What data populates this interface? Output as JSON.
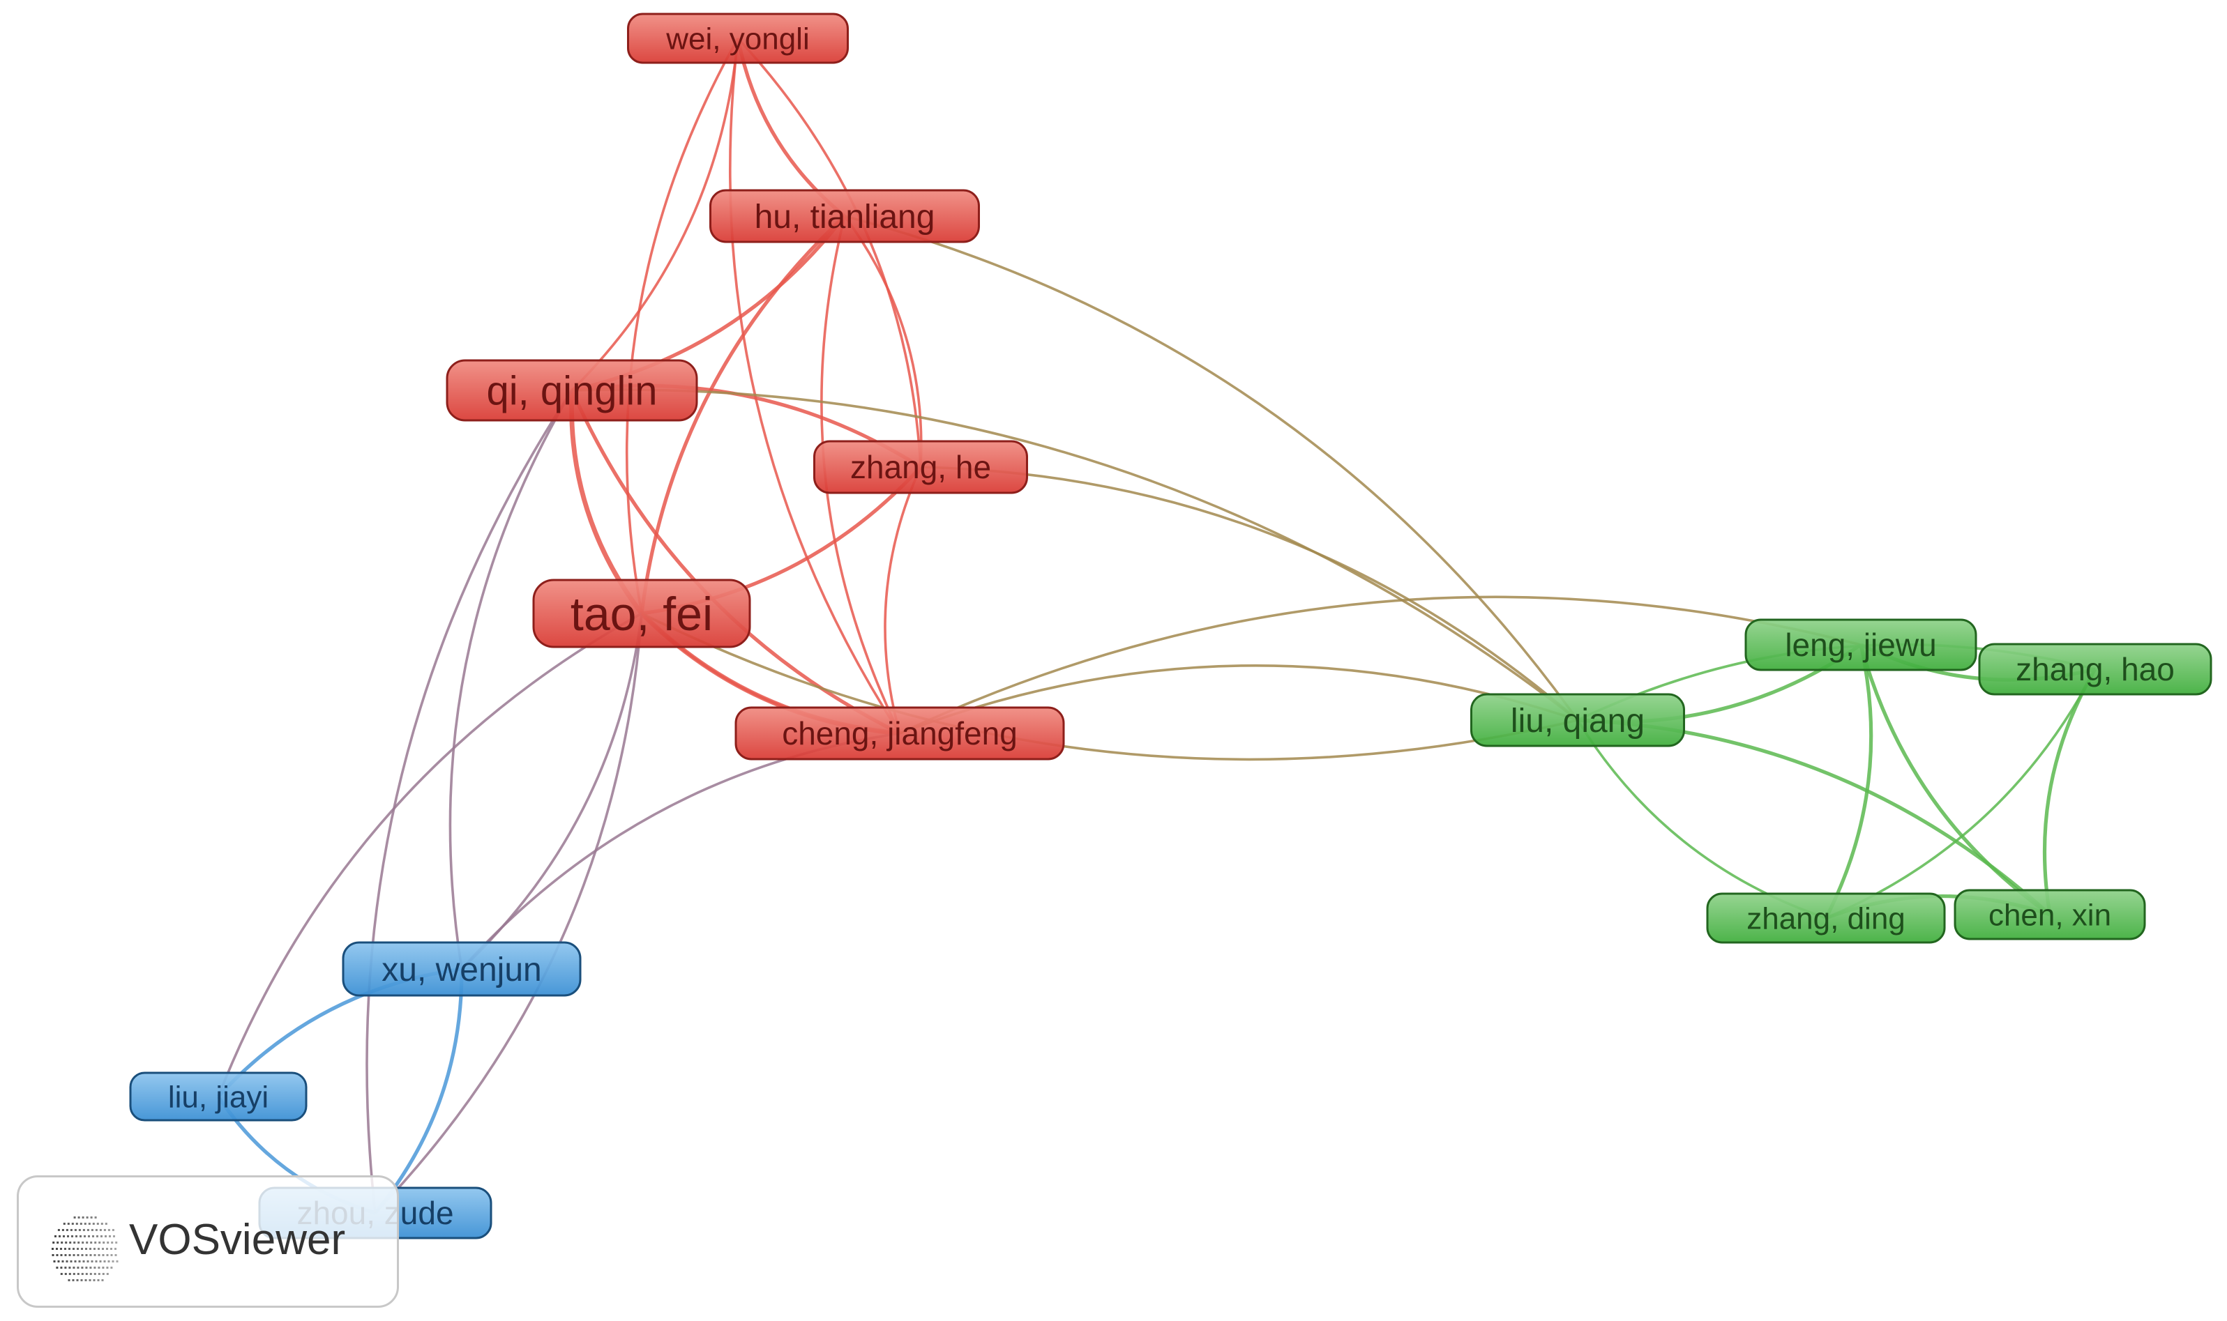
{
  "clusters": {
    "red": {
      "fill_top": "#f08a80",
      "fill_bottom": "#d93a33",
      "stroke": "#8e1f1b",
      "text": "#6b1412",
      "edge": "#e8574c"
    },
    "green": {
      "fill_top": "#8fd28a",
      "fill_bottom": "#3fae3c",
      "stroke": "#22661f",
      "text": "#1e4f1c",
      "edge": "#5bb84f"
    },
    "blue": {
      "fill_top": "#8cc4ee",
      "fill_bottom": "#3a8fd4",
      "stroke": "#1a4f7c",
      "text": "#163f66",
      "edge": "#4a98d8"
    }
  },
  "nodes": [
    {
      "id": "wei_yongli",
      "label": "wei, yongli",
      "cluster": "red"
    },
    {
      "id": "hu_tianliang",
      "label": "hu, tianliang",
      "cluster": "red"
    },
    {
      "id": "qi_qinglin",
      "label": "qi, qinglin",
      "cluster": "red"
    },
    {
      "id": "zhang_he",
      "label": "zhang, he",
      "cluster": "red"
    },
    {
      "id": "tao_fei",
      "label": "tao, fei",
      "cluster": "red"
    },
    {
      "id": "cheng_jiangfeng",
      "label": "cheng, jiangfeng",
      "cluster": "red"
    },
    {
      "id": "liu_qiang",
      "label": "liu, qiang",
      "cluster": "green"
    },
    {
      "id": "leng_jiewu",
      "label": "leng, jiewu",
      "cluster": "green"
    },
    {
      "id": "zhang_hao",
      "label": "zhang, hao",
      "cluster": "green"
    },
    {
      "id": "zhang_ding",
      "label": "zhang, ding",
      "cluster": "green"
    },
    {
      "id": "chen_xin",
      "label": "chen, xin",
      "cluster": "green"
    },
    {
      "id": "xu_wenjun",
      "label": "xu, wenjun",
      "cluster": "blue"
    },
    {
      "id": "liu_jiayi",
      "label": "liu, jiayi",
      "cluster": "blue"
    },
    {
      "id": "zhou_zude",
      "label": "zhou, zude",
      "cluster": "blue"
    }
  ],
  "edges": [
    [
      "wei_yongli",
      "hu_tianliang",
      2
    ],
    [
      "wei_yongli",
      "qi_qinglin",
      1
    ],
    [
      "wei_yongli",
      "tao_fei",
      1
    ],
    [
      "wei_yongli",
      "zhang_he",
      1
    ],
    [
      "wei_yongli",
      "cheng_jiangfeng",
      1
    ],
    [
      "hu_tianliang",
      "qi_qinglin",
      2
    ],
    [
      "hu_tianliang",
      "tao_fei",
      2
    ],
    [
      "hu_tianliang",
      "zhang_he",
      1
    ],
    [
      "hu_tianliang",
      "cheng_jiangfeng",
      1
    ],
    [
      "hu_tianliang",
      "liu_qiang",
      1
    ],
    [
      "qi_qinglin",
      "tao_fei",
      3
    ],
    [
      "qi_qinglin",
      "zhang_he",
      2
    ],
    [
      "qi_qinglin",
      "cheng_jiangfeng",
      2
    ],
    [
      "qi_qinglin",
      "liu_qiang",
      1
    ],
    [
      "qi_qinglin",
      "xu_wenjun",
      1
    ],
    [
      "zhang_he",
      "tao_fei",
      2
    ],
    [
      "zhang_he",
      "cheng_jiangfeng",
      1
    ],
    [
      "zhang_he",
      "liu_qiang",
      1
    ],
    [
      "tao_fei",
      "cheng_jiangfeng",
      3
    ],
    [
      "tao_fei",
      "xu_wenjun",
      1
    ],
    [
      "tao_fei",
      "liu_jiayi",
      1
    ],
    [
      "tao_fei",
      "zhou_zude",
      1
    ],
    [
      "tao_fei",
      "liu_qiang",
      1
    ],
    [
      "cheng_jiangfeng",
      "liu_qiang",
      1
    ],
    [
      "cheng_jiangfeng",
      "xu_wenjun",
      1
    ],
    [
      "cheng_jiangfeng",
      "leng_jiewu",
      1
    ],
    [
      "liu_qiang",
      "leng_jiewu",
      2
    ],
    [
      "liu_qiang",
      "zhang_hao",
      1
    ],
    [
      "liu_qiang",
      "zhang_ding",
      1
    ],
    [
      "liu_qiang",
      "chen_xin",
      2
    ],
    [
      "leng_jiewu",
      "zhang_hao",
      2
    ],
    [
      "leng_jiewu",
      "zhang_ding",
      2
    ],
    [
      "leng_jiewu",
      "chen_xin",
      2
    ],
    [
      "zhang_hao",
      "zhang_ding",
      1
    ],
    [
      "zhang_hao",
      "chen_xin",
      2
    ],
    [
      "zhang_ding",
      "chen_xin",
      2
    ],
    [
      "xu_wenjun",
      "liu_jiayi",
      2
    ],
    [
      "xu_wenjun",
      "zhou_zude",
      2
    ],
    [
      "liu_jiayi",
      "zhou_zude",
      2
    ],
    [
      "cheng_jiangfeng",
      "tao_fei",
      1
    ],
    [
      "qi_qinglin",
      "zhou_zude",
      1
    ]
  ],
  "brand": {
    "text": "VOSviewer",
    "logo_icon": "vosviewer-logo-icon"
  }
}
